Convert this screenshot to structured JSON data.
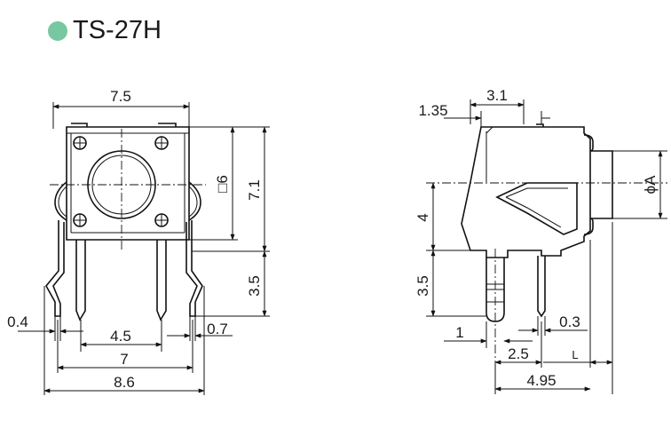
{
  "header": {
    "title": "TS-27H",
    "accent_color": "#77c7a0"
  },
  "front_view": {
    "dims": {
      "width_top": "7.5",
      "square_size": "□6",
      "height_body": "7.1",
      "lead_length": "3.5",
      "lead_width": "0.4",
      "pitch_inner": "4.5",
      "lead_thickness": "0.7",
      "pitch_outer": "7",
      "overall_width": "8.6"
    }
  },
  "side_view": {
    "dims": {
      "top_width": "3.1",
      "top_offset": "1.35",
      "actuator_dia": "ϕA",
      "height_to_axis": "4",
      "lead_length": "3.5",
      "lead_offset": "1",
      "lead_thickness": "0.3",
      "lead_pitch": "2.5",
      "actuator_length": "L",
      "overall_depth": "4.95"
    }
  }
}
